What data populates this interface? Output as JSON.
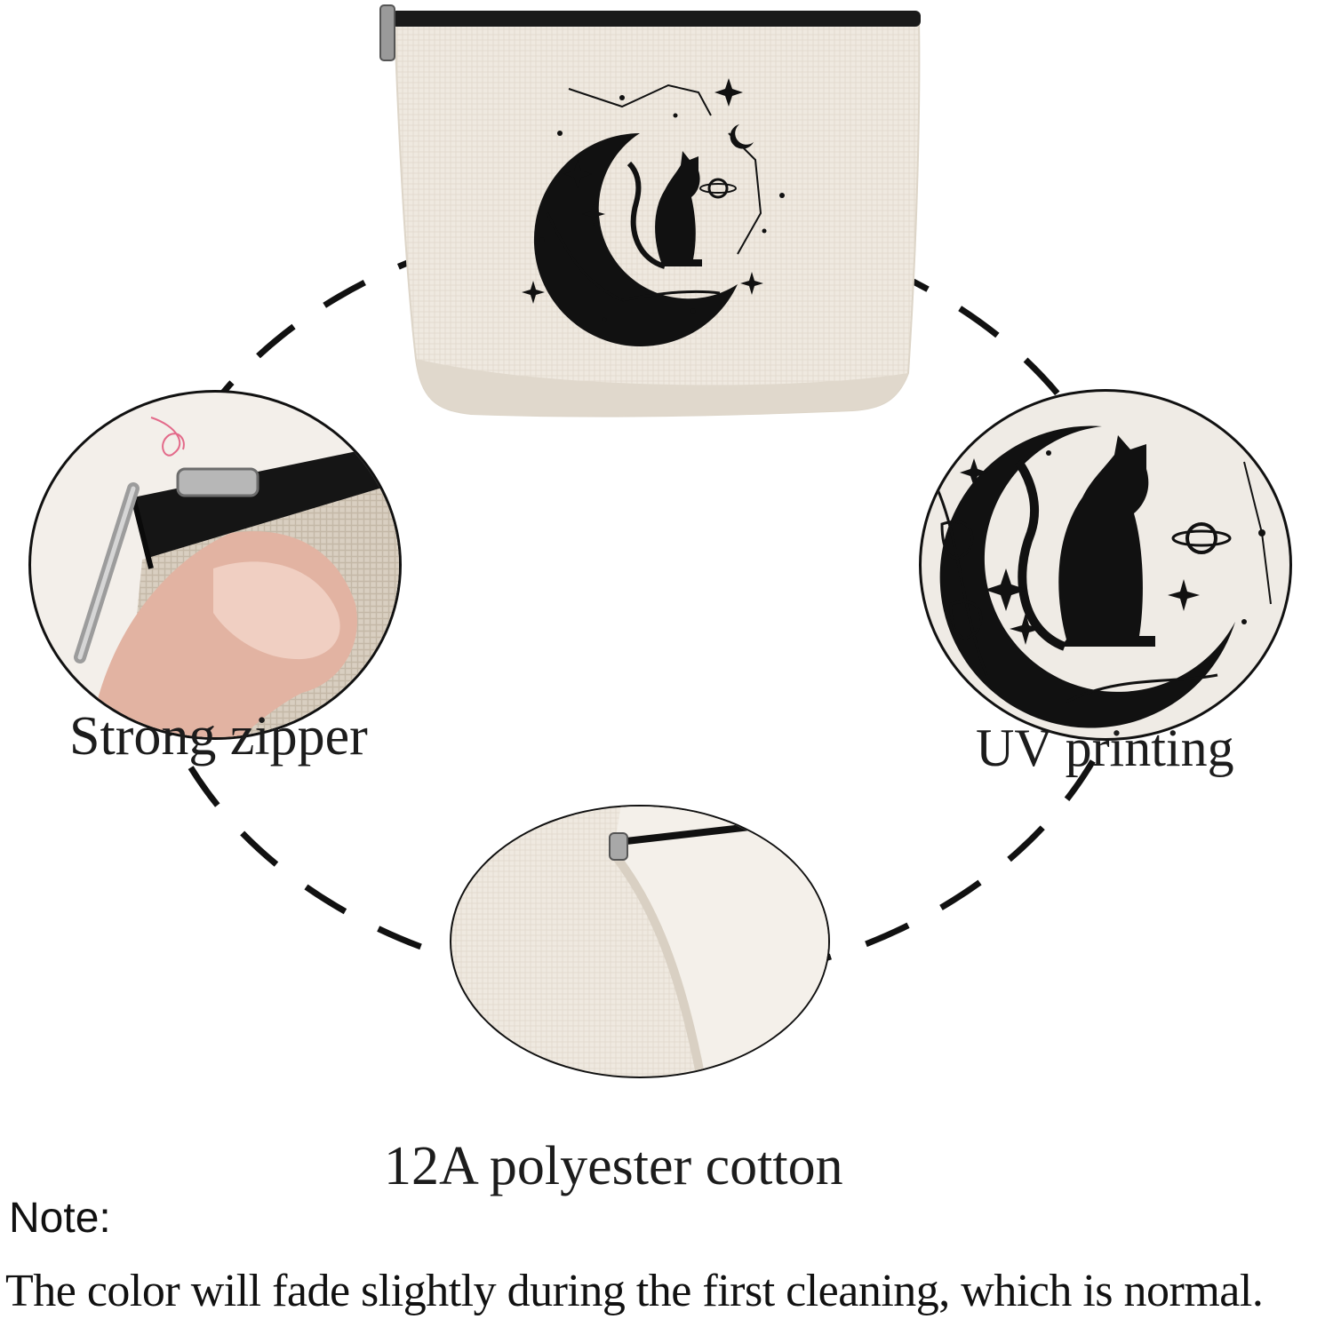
{
  "features": {
    "zipper_label": "Strong zipper",
    "uv_label": "UV printing",
    "fabric_label": "12A polyester cotton"
  },
  "note": {
    "title": "Note:",
    "text": "The color will fade slightly during the first cleaning, which is normal."
  },
  "colors": {
    "background": "#ffffff",
    "fabric": "#efe9e0",
    "fabric_shadow": "#d8d0c4",
    "print_ink": "#111111",
    "zipper": "#1a1a1a",
    "dash_ring": "#111111"
  }
}
